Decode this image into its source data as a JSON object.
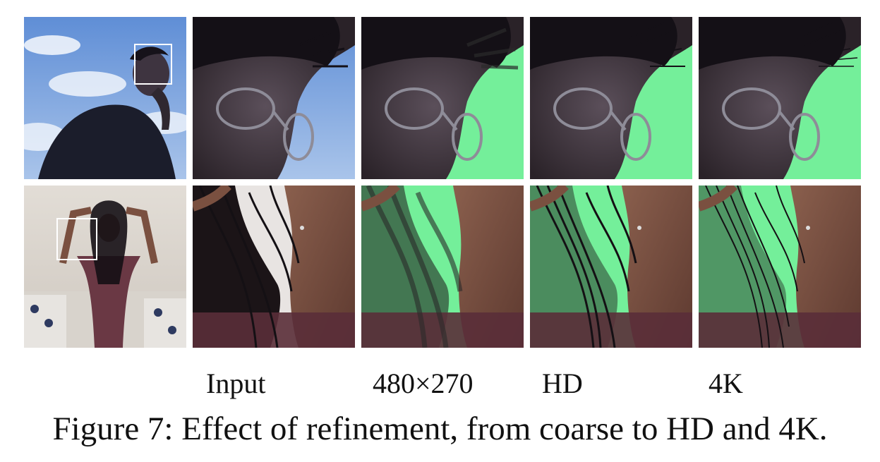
{
  "figure": {
    "column_labels": [
      "Input",
      "480×270",
      "HD",
      "4K"
    ],
    "caption": "Figure 7: Effect of refinement, from coarse to HD and 4K.",
    "colors": {
      "sky": "#7ea4d8",
      "green_screen": "#74ef9a",
      "skin_dark": "#3a2f36",
      "hair": "#151015",
      "room_wall": "#dcd6d0",
      "shirt": "#6a3844"
    }
  }
}
